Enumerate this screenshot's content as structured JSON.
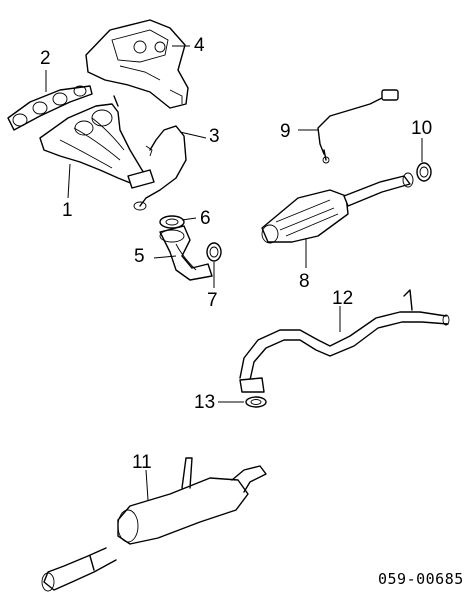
{
  "callouts": {
    "p1": "1",
    "p2": "2",
    "p3": "3",
    "p4": "4",
    "p5": "5",
    "p6": "6",
    "p7": "7",
    "p8": "8",
    "p9": "9",
    "p10": "10",
    "p11": "11",
    "p12": "12",
    "p13": "13"
  },
  "reference_code": "059-00685",
  "line_color": "#000000",
  "background_color": "#ffffff"
}
